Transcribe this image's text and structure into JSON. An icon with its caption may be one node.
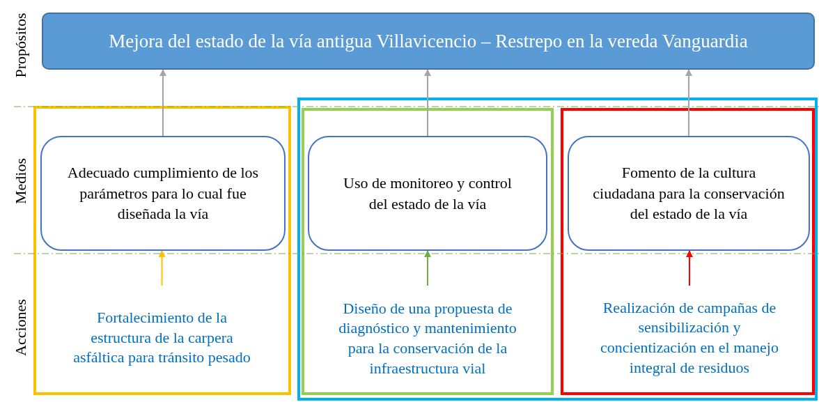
{
  "diagram": {
    "nodes": [
      {
        "text": [
          "Mejora del estado de la vía antigua Villavicencio – Restrepo en la vereda Vanguardia"
        ]
      },
      {
        "text": [],
        "shape": "box"
      },
      {
        "text": [
          "Adecuado cumplimiento de los parámetros para lo cual fue diseñada la vía"
        ],
        "in": 1
      },
      {
        "text": [
          "Fortalecimiento de la estructura de la carpera asfáltica para tránsito pesado"
        ],
        "in": 1
      },
      {
        "text": [],
        "shape": "box"
      },
      {
        "text": [],
        "shape": "box",
        "in": 4
      },
      {
        "text": [
          "Uso de monitoreo y control del estado de la vía"
        ],
        "in": 5
      },
      {
        "text": [
          "Diseño de una propuesta de diagnóstico y mantenimiento para la conservación de la infraestructura vial"
        ],
        "in": 5
      },
      {
        "text": [],
        "shape": "box",
        "in": 4
      },
      {
        "text": [
          "Fomento de la cultura ciudadana para la conservación del estado de la vía"
        ],
        "in": 8
      },
      {
        "text": [
          "Realización de campañas de sensibilización y concientización en el manejo integral de residuos"
        ],
        "in": 8
      }
    ],
    "edges": [
      {
        "from": 2,
        "to": 0,
        "arrow": "to"
      },
      {
        "from": 6,
        "to": 0,
        "arrow": "to"
      },
      {
        "from": 9,
        "to": 0,
        "arrow": "to"
      },
      {
        "from": 3,
        "to": 2,
        "arrow": "to",
        "color": "#ffc000"
      },
      {
        "from": 7,
        "to": 6,
        "arrow": "to",
        "color": "#70ad47"
      },
      {
        "from": 10,
        "to": 9,
        "arrow": "to",
        "color": "#ff0000"
      }
    ],
    "labels": [
      "Propósitos",
      "Medios",
      "Acciones"
    ]
  }
}
